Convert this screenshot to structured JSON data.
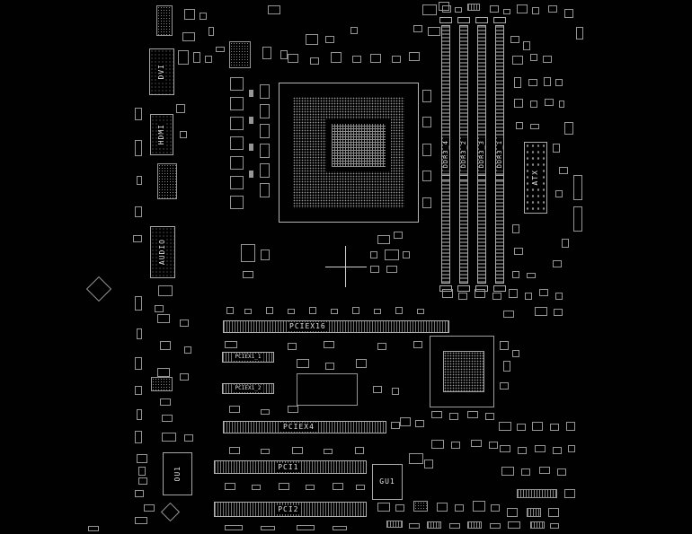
{
  "colors": {
    "background": "#010101",
    "silkscreen": "#c8c8c8"
  },
  "labels": {
    "dvi": "DVI",
    "hdmi": "HDMI",
    "audio": "AUDIO",
    "ou1": "OU1",
    "gu1": "GU1",
    "atx": "ATX"
  },
  "slots": {
    "dimm": [
      "DDR3_4",
      "DDR3_2",
      "DDR3_3",
      "DDR3_1"
    ],
    "pciex16": "PCIEX16",
    "pciex1_1": "PCIEX1_1",
    "pciex1_2": "PCIEX1_2",
    "pciex4": "PCIEX4",
    "pci1": "PCI1",
    "pci2": "PCI2"
  }
}
